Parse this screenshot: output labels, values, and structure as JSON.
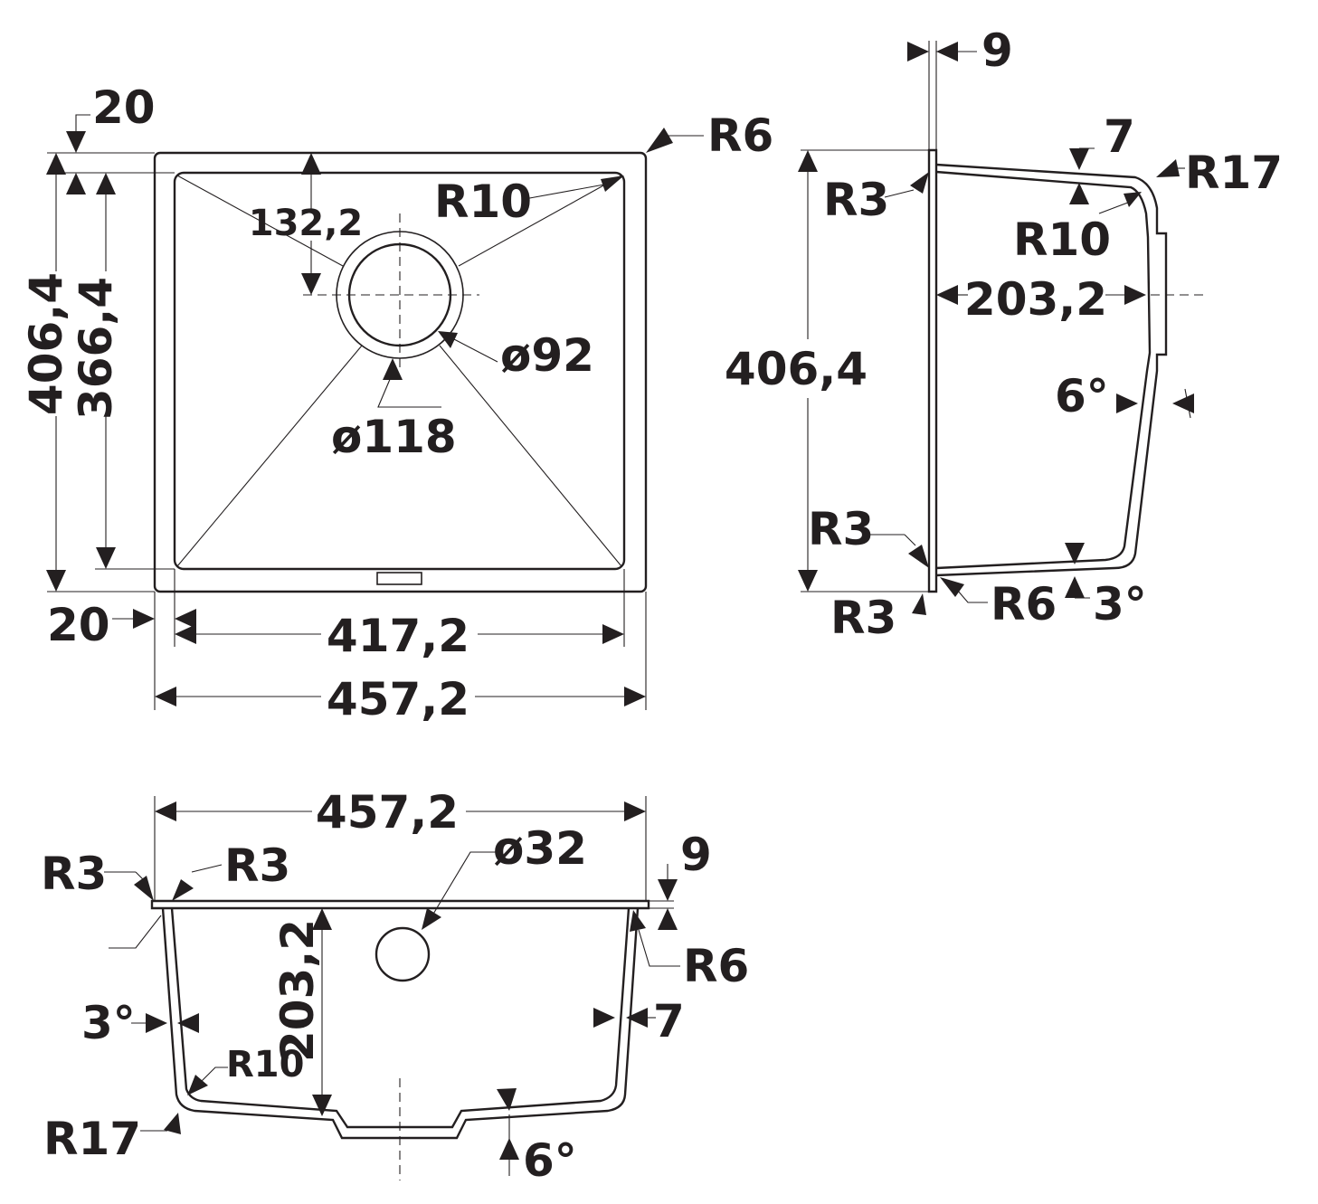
{
  "top_view": {
    "flange_20_top": "20",
    "corner_r6": "R6",
    "corner_r10": "R10",
    "drain_offset": "132,2",
    "height_outer": "406,4",
    "height_inner": "366,4",
    "drain_inner_dia": "ø92",
    "drain_outer_dia": "ø118",
    "flange_20_left": "20",
    "width_inner": "417,2",
    "width_outer": "457,2"
  },
  "side_view": {
    "flange_9": "9",
    "wall_7": "7",
    "radius_r17": "R17",
    "radius_r3_top": "R3",
    "radius_r10": "R10",
    "depth_203": "203,2",
    "length_406": "406,4",
    "angle_6": "6°",
    "radius_r3_mid": "R3",
    "radius_r3_bottom": "R3",
    "radius_r6": "R6",
    "angle_3": "3°"
  },
  "front_view": {
    "width_457": "457,2",
    "overflow_dia": "ø32",
    "flange_9": "9",
    "radius_r3_left": "R3",
    "radius_r3_right": "R3",
    "radius_r6": "R6",
    "depth_203": "203,2",
    "angle_3": "3°",
    "wall_7": "7",
    "radius_r10": "R10",
    "radius_r17": "R17",
    "angle_6": "6°"
  }
}
